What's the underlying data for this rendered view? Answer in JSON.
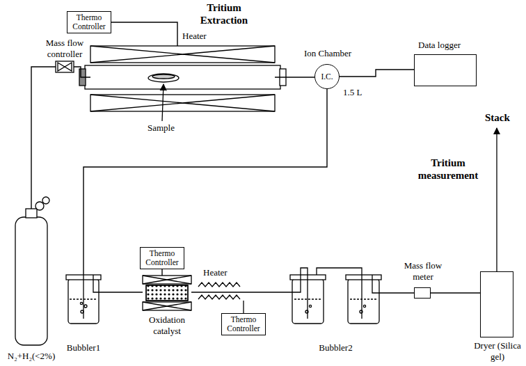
{
  "diagram": {
    "nodes": [
      {
        "text": [
          "Thermo Controller"
        ]
      },
      {
        "text": [
          "Heater"
        ]
      },
      {
        "text": [
          "Mass flow controller"
        ]
      },
      {
        "text": [
          "Ion Chamber",
          "I.C.",
          "1.5 L"
        ]
      },
      {
        "text": [
          "Data logger"
        ]
      },
      {
        "text": [
          "N₂+H₂(<2%)"
        ]
      },
      {
        "text": [
          "Bubbler1"
        ]
      },
      {
        "text": [
          "Thermo Controller"
        ]
      },
      {
        "text": [
          "Oxidation catalyst"
        ]
      },
      {
        "text": [
          "Thermo Controller"
        ]
      },
      {
        "text": [
          "Bubbler2"
        ]
      },
      {
        "text": [
          "Mass flow meter"
        ]
      },
      {
        "text": [
          "Dryer (Silica gel)"
        ]
      }
    ],
    "edges": [
      {
        "from": 0,
        "to": 1,
        "arrow": "none"
      },
      {
        "from": 5,
        "to": 2,
        "arrow": "none"
      },
      {
        "from": 2,
        "to": 1,
        "arrow": "none"
      },
      {
        "from": 1,
        "to": 3,
        "arrow": "none"
      },
      {
        "from": 3,
        "to": 4,
        "arrow": "none"
      },
      {
        "from": 3,
        "to": 6,
        "arrow": "none"
      },
      {
        "from": 6,
        "to": 8,
        "arrow": "none"
      },
      {
        "from": 7,
        "to": 8,
        "arrow": "none"
      },
      {
        "from": 8,
        "to": 10,
        "arrow": "none"
      },
      {
        "from": 10,
        "to": 11,
        "arrow": "none"
      },
      {
        "from": 11,
        "to": 12,
        "arrow": "none"
      }
    ],
    "labels": [
      "Tritium Extraction",
      "Sample",
      "Heater",
      "Tritium measurement",
      "Stack"
    ]
  }
}
